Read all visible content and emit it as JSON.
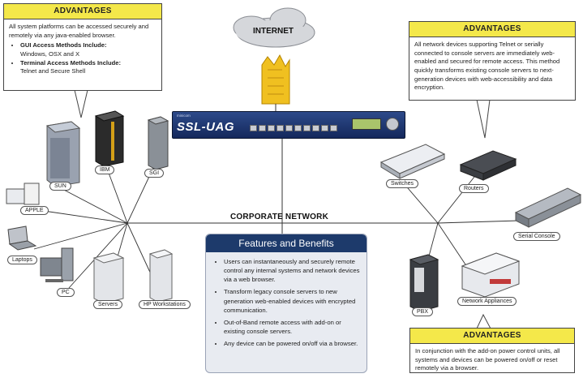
{
  "advantages_left": {
    "heading": "ADVANTAGES",
    "intro": "All system platforms can be accessed securely and remotely via any java-enabled browser.",
    "items": [
      {
        "title": "GUI Access Methods Include:",
        "detail": "Windows, OSX and X"
      },
      {
        "title": "Terminal Access Methods Include:",
        "detail": "Telnet and Secure Shell"
      }
    ]
  },
  "advantages_right": {
    "heading": "ADVANTAGES",
    "text": "All network devices supporting Telnet or serially connected to console servers are immediately web-enabled and secured for remote access. This method quickly transforms existing console servers to next-generation devices with web-accessibility and data encryption."
  },
  "advantages_bottom": {
    "heading": "ADVANTAGES",
    "text": "In conjunction with the add-on power control units, all systems and devices can be powered on/off or reset remotely via a browser."
  },
  "internet_label": "INTERNET",
  "device": {
    "brand": "SSL-UAG",
    "maker": "minicom"
  },
  "network_label": "CORPORATE NETWORK",
  "features": {
    "title": "Features and Benefits",
    "items": [
      "Users can instantaneously and securely remote control any internal systems and network devices via a web browser.",
      "Transform legacy console servers to new generation web-enabled devices with encrypted communication.",
      "Out-of-Band remote access with add-on or existing console servers.",
      "Any device can be powered on/off via a browser."
    ]
  },
  "labels": {
    "ibm": "IBM",
    "sgi": "SGI",
    "sun": "SUN",
    "apple": "APPLE",
    "laptops": "Laptops",
    "pc": "PC",
    "servers": "Servers",
    "hp": "HP Workstations",
    "switches": "Switches",
    "routers": "Routers",
    "serial_console": "Serial Console",
    "pbx": "PBX",
    "network_appliances": "Network Appliances"
  },
  "colors": {
    "callout_header": "#f4e84a",
    "features_header": "#1d3a6b",
    "device_face": "#1f3a7a",
    "firewall": "#f0c020"
  }
}
